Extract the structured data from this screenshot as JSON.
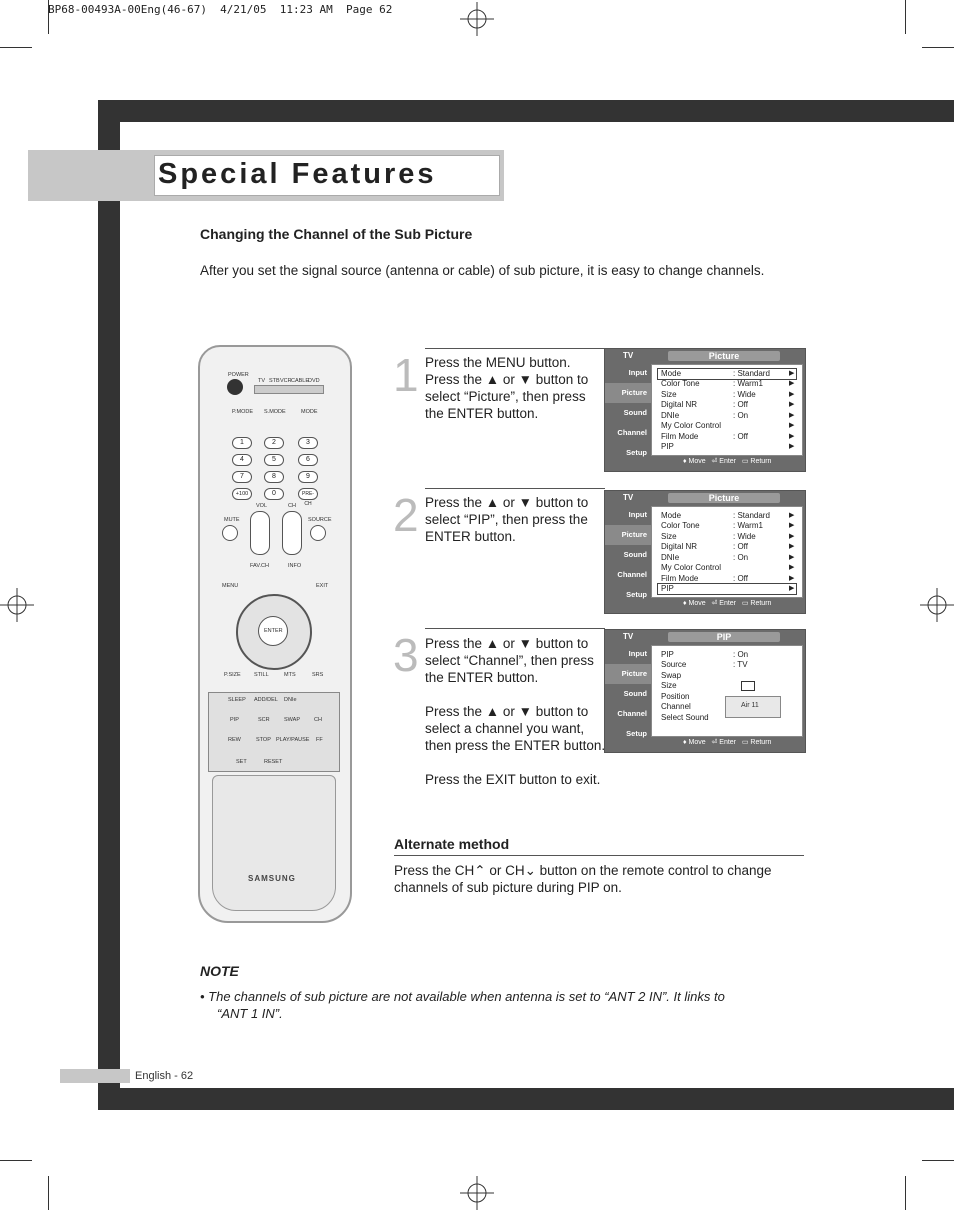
{
  "print_header": "BP68-00493A-00Eng(46-67)  4/21/05  11:23 AM  Page 62",
  "title": "Special Features",
  "section": {
    "heading": "Changing the Channel of the Sub Picture",
    "intro": "After you set the signal source (antenna or cable) of sub picture, it is easy to change channels."
  },
  "steps": [
    {
      "number": "1",
      "lines": [
        "Press the MENU button.",
        "Press the ▲ or ▼ button to",
        "select “Picture”, then press",
        "the ENTER button."
      ]
    },
    {
      "number": "2",
      "lines": [
        "Press the ▲ or ▼ button to",
        "select “PIP”, then press the",
        "ENTER button."
      ]
    },
    {
      "number": "3",
      "lines": [
        "Press the ▲ or ▼ button to",
        "select “Channel”, then press",
        "the ENTER button.",
        "",
        "Press the ▲ or ▼ button to",
        "select a channel you want,",
        "then press the ENTER button.",
        "",
        "Press the EXIT button to exit."
      ]
    }
  ],
  "osd_common": {
    "tv": "TV",
    "sidebar": [
      "Input",
      "Picture",
      "Sound",
      "Channel",
      "Setup"
    ],
    "footer": "♦ Move   ⏎ Enter   ▭ Return"
  },
  "osd_screens": [
    {
      "title": "Picture",
      "rows": [
        [
          "Mode",
          ": Standard"
        ],
        [
          "Color Tone",
          ": Warm1"
        ],
        [
          "Size",
          ": Wide"
        ],
        [
          "Digital NR",
          ": Off"
        ],
        [
          "DNIe",
          ": On"
        ],
        [
          "My Color Control",
          ""
        ],
        [
          "Film Mode",
          ": Off"
        ],
        [
          "PIP",
          ""
        ]
      ]
    },
    {
      "title": "Picture",
      "rows": [
        [
          "Mode",
          ": Standard"
        ],
        [
          "Color Tone",
          ": Warm1"
        ],
        [
          "Size",
          ": Wide"
        ],
        [
          "Digital NR",
          ": Off"
        ],
        [
          "DNIe",
          ": On"
        ],
        [
          "My Color Control",
          ""
        ],
        [
          "Film Mode",
          ": Off"
        ],
        [
          "PIP",
          ""
        ]
      ]
    },
    {
      "title": "PIP",
      "rows": [
        [
          "PIP",
          ": On"
        ],
        [
          "Source",
          ": TV"
        ],
        [
          "Swap",
          ""
        ],
        [
          "Size",
          ""
        ],
        [
          "Position",
          ""
        ],
        [
          "Channel",
          ""
        ],
        [
          "Select Sound",
          ""
        ]
      ],
      "channel_popup": "Air 11"
    }
  ],
  "alternate": {
    "heading": "Alternate method",
    "text_lines": [
      "Press the CH⌃ or CH⌄ button on the remote control to change",
      "channels of sub picture during PIP on."
    ]
  },
  "note": {
    "heading": "NOTE",
    "bullet_lines": [
      "•  The channels of sub picture are not available when antenna is set to “ANT 2 IN”. It links to",
      "“ANT 1 IN”."
    ]
  },
  "remote": {
    "brand": "SAMSUNG",
    "power": "POWER",
    "modes": [
      "TV",
      "STB",
      "VCR",
      "CABLE",
      "DVD"
    ],
    "row_mode": [
      "P.MODE",
      "S.MODE",
      "MODE"
    ],
    "digits": [
      "1",
      "2",
      "3",
      "4",
      "5",
      "6",
      "7",
      "8",
      "9",
      "+100",
      "0",
      "PRE-CH"
    ],
    "labels": [
      "MUTE",
      "VOL",
      "CH",
      "SOURCE",
      "MENU",
      "FAV.CH",
      "INFO",
      "EXIT",
      "ENTER",
      "P.SIZE",
      "STILL",
      "MTS",
      "SRS",
      "SLEEP",
      "ADD/DEL",
      "DNIe",
      "PIP",
      "SCR",
      "SWAP",
      "CH",
      "REW",
      "STOP",
      "PLAY/PAUSE",
      "FF",
      "SET",
      "RESET"
    ]
  },
  "footer": "English - 62"
}
